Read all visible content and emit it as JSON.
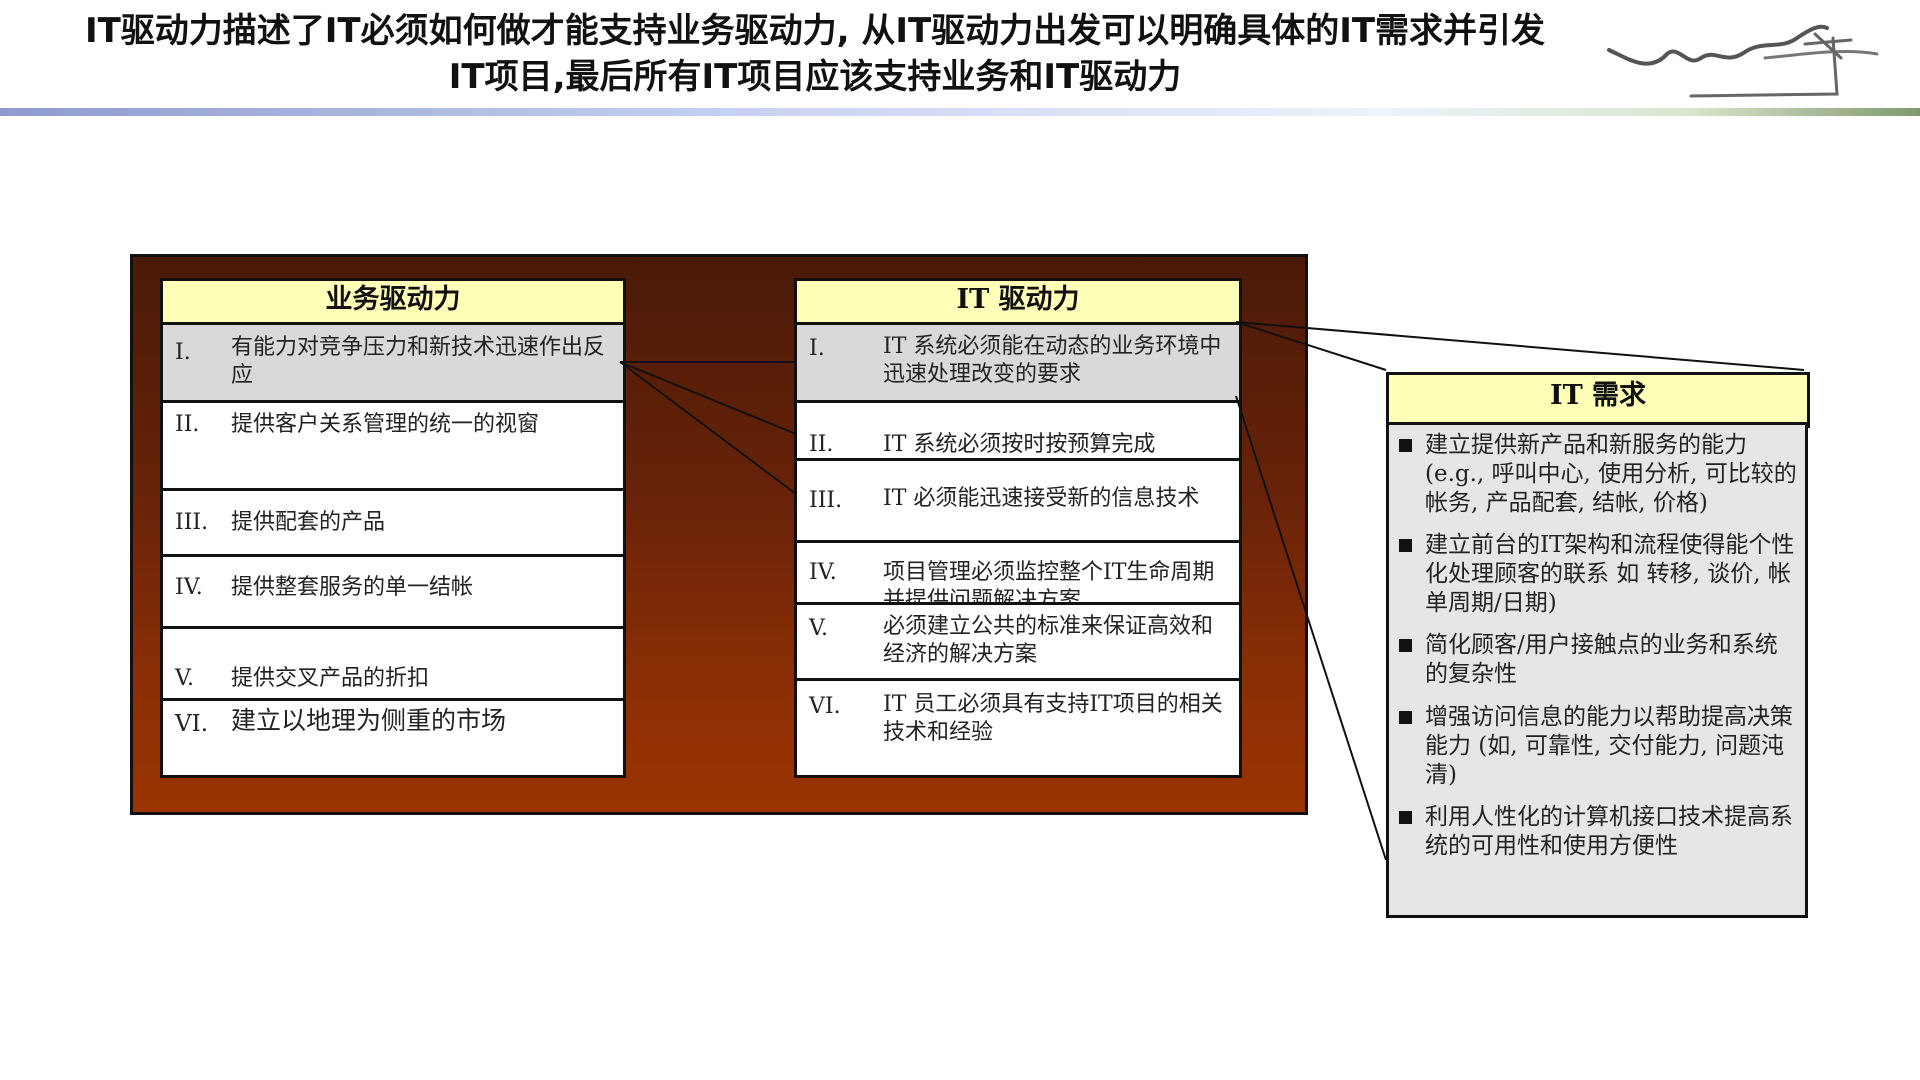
{
  "title": {
    "line1": "IT驱动力描述了IT必须如何做才能支持业务驱动力, 从IT驱动力出发可以明确具体的IT需求并引发",
    "line2": "IT项目,最后所有IT项目应该支持业务和IT驱动力"
  },
  "logo": {
    "icon": "brush-logo-icon"
  },
  "business": {
    "header": "业务驱动力",
    "items": [
      {
        "num": "I.",
        "text": "有能力对竞争压力和新技术迅速作出反应"
      },
      {
        "num": "II.",
        "text": "提供客户关系管理的统一的视窗"
      },
      {
        "num": "III.",
        "text": "提供配套的产品"
      },
      {
        "num": "IV.",
        "text": "提供整套服务的单一结帐"
      },
      {
        "num": "V.",
        "text": "提供交叉产品的折扣"
      },
      {
        "num": "VI.",
        "text": "建立以地理为侧重的市场"
      }
    ]
  },
  "it": {
    "header": "IT 驱动力",
    "items": [
      {
        "num": "I.",
        "text": "IT 系统必须能在动态的业务环境中迅速处理改变的要求"
      },
      {
        "num": "II.",
        "text": "IT 系统必须按时按预算完成"
      },
      {
        "num": "III.",
        "text": "IT 必须能迅速接受新的信息技术"
      },
      {
        "num": "IV.",
        "text": "项目管理必须监控整个IT生命周期并提供问题解决方案"
      },
      {
        "num": "V.",
        "text": "必须建立公共的标准来保证高效和经济的解决方案"
      },
      {
        "num": "VI.",
        "text": "IT 员工必须具有支持IT项目的相关技术和经验"
      }
    ]
  },
  "requirements": {
    "header": "IT 需求",
    "items": [
      "建立提供新产品和新服务的能力 (e.g., 呼叫中心, 使用分析, 可比较的帐务, 产品配套, 结帐, 价格)",
      "建立前台的IT架构和流程使得能个性化处理顾客的联系 如 转移, 谈价, 帐单周期/日期)",
      "简化顾客/用户接触点的业务和系统的复杂性",
      "增强访问信息的能力以帮助提高决策能力 (如, 可靠性, 交付能力, 问题沌清)",
      "利用人性化的计算机接口技术提高系统的可用性和使用方便性"
    ]
  },
  "colors": {
    "header_fill": "#ffffb8",
    "panel_top": "#4a1a08",
    "panel_bottom": "#9a3300",
    "row_gray": "#d9d9d9",
    "req_fill": "#e6e6e6"
  }
}
